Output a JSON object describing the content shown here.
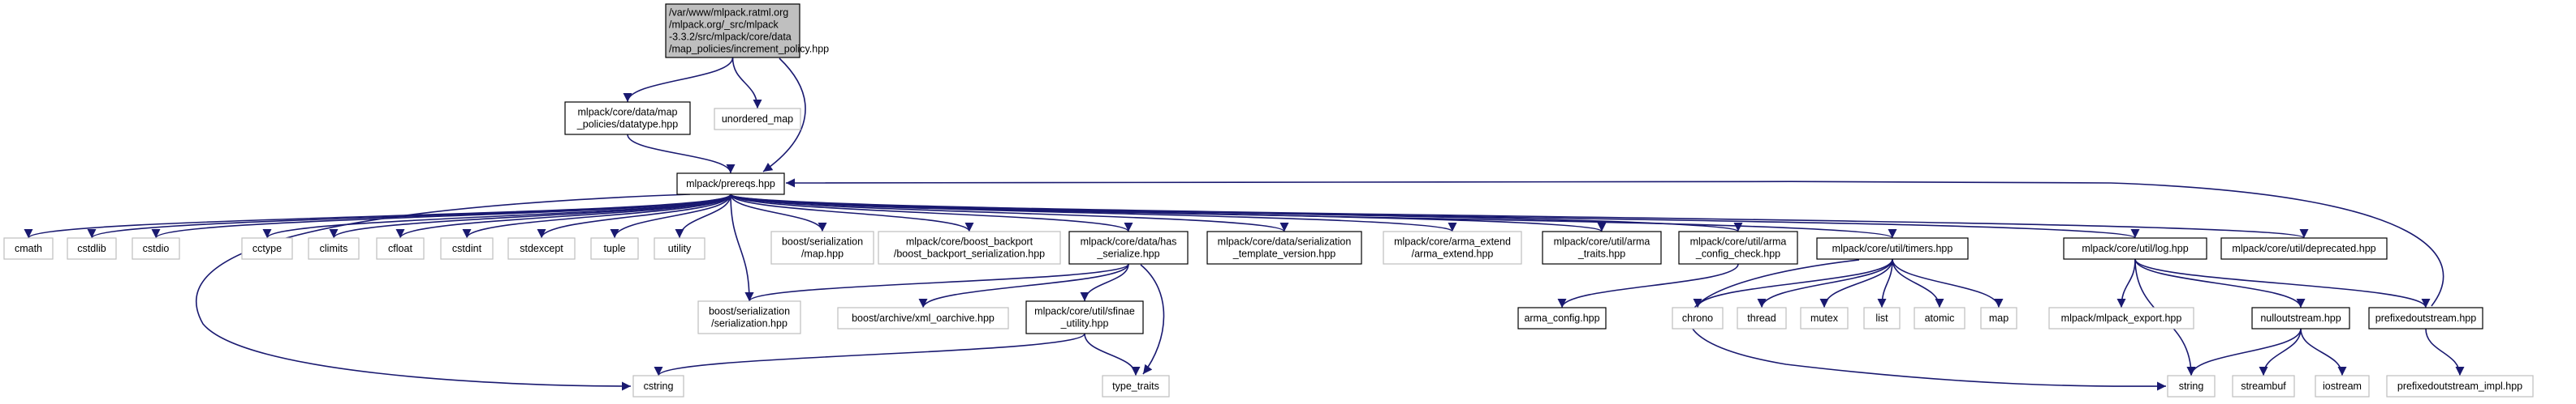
{
  "colors": {
    "edge": "#191970",
    "box_border_defined": "#000000",
    "box_border_external": "#bfbfbf",
    "box_fill_root": "#bfbfbf",
    "box_fill": "#ffffff"
  },
  "nodes": [
    {
      "id": "root",
      "kind": "root",
      "lines": [
        "/var/www/mlpack.ratml.org",
        "/mlpack.org/_src/mlpack",
        "-3.3.2/src/mlpack/core/data",
        "/map_policies/increment_policy.hpp"
      ]
    },
    {
      "id": "datatype",
      "kind": "defined",
      "lines": [
        "mlpack/core/data/map",
        "_policies/datatype.hpp"
      ]
    },
    {
      "id": "unordered_map",
      "kind": "external",
      "lines": [
        "unordered_map"
      ]
    },
    {
      "id": "prereqs",
      "kind": "defined",
      "lines": [
        "mlpack/prereqs.hpp"
      ]
    },
    {
      "id": "cmath",
      "kind": "external",
      "lines": [
        "cmath"
      ]
    },
    {
      "id": "cstdlib",
      "kind": "external",
      "lines": [
        "cstdlib"
      ]
    },
    {
      "id": "cstdio",
      "kind": "external",
      "lines": [
        "cstdio"
      ]
    },
    {
      "id": "cctype",
      "kind": "external",
      "lines": [
        "cctype"
      ]
    },
    {
      "id": "climits",
      "kind": "external",
      "lines": [
        "climits"
      ]
    },
    {
      "id": "cfloat",
      "kind": "external",
      "lines": [
        "cfloat"
      ]
    },
    {
      "id": "cstdint",
      "kind": "external",
      "lines": [
        "cstdint"
      ]
    },
    {
      "id": "stdexcept",
      "kind": "external",
      "lines": [
        "stdexcept"
      ]
    },
    {
      "id": "tuple",
      "kind": "external",
      "lines": [
        "tuple"
      ]
    },
    {
      "id": "utility",
      "kind": "external",
      "lines": [
        "utility"
      ]
    },
    {
      "id": "bs_map",
      "kind": "external",
      "lines": [
        "boost/serialization",
        "/map.hpp"
      ]
    },
    {
      "id": "boost_backport",
      "kind": "external",
      "lines": [
        "mlpack/core/boost_backport",
        "/boost_backport_serialization.hpp"
      ]
    },
    {
      "id": "has_serialize",
      "kind": "defined",
      "lines": [
        "mlpack/core/data/has",
        "_serialize.hpp"
      ]
    },
    {
      "id": "ser_template",
      "kind": "defined",
      "lines": [
        "mlpack/core/data/serialization",
        "_template_version.hpp"
      ]
    },
    {
      "id": "arma_extend",
      "kind": "external",
      "lines": [
        "mlpack/core/arma_extend",
        "/arma_extend.hpp"
      ]
    },
    {
      "id": "arma_traits",
      "kind": "defined",
      "lines": [
        "mlpack/core/util/arma",
        "_traits.hpp"
      ]
    },
    {
      "id": "arma_config_check",
      "kind": "defined",
      "lines": [
        "mlpack/core/util/arma",
        "_config_check.hpp"
      ]
    },
    {
      "id": "timers",
      "kind": "defined",
      "lines": [
        "mlpack/core/util/timers.hpp"
      ]
    },
    {
      "id": "log",
      "kind": "defined",
      "lines": [
        "mlpack/core/util/log.hpp"
      ]
    },
    {
      "id": "deprecated",
      "kind": "defined",
      "lines": [
        "mlpack/core/util/deprecated.hpp"
      ]
    },
    {
      "id": "cstring",
      "kind": "external",
      "lines": [
        "cstring"
      ]
    },
    {
      "id": "bs_serialization",
      "kind": "external",
      "lines": [
        "boost/serialization",
        "/serialization.hpp"
      ]
    },
    {
      "id": "xml_oarchive",
      "kind": "external",
      "lines": [
        "boost/archive/xml_oarchive.hpp"
      ]
    },
    {
      "id": "sfinae",
      "kind": "defined",
      "lines": [
        "mlpack/core/util/sfinae",
        "_utility.hpp"
      ]
    },
    {
      "id": "type_traits",
      "kind": "external",
      "lines": [
        "type_traits"
      ]
    },
    {
      "id": "arma_config",
      "kind": "defined",
      "lines": [
        "arma_config.hpp"
      ]
    },
    {
      "id": "chrono",
      "kind": "external",
      "lines": [
        "chrono"
      ]
    },
    {
      "id": "thread",
      "kind": "external",
      "lines": [
        "thread"
      ]
    },
    {
      "id": "mutex",
      "kind": "external",
      "lines": [
        "mutex"
      ]
    },
    {
      "id": "list",
      "kind": "external",
      "lines": [
        "list"
      ]
    },
    {
      "id": "atomic",
      "kind": "external",
      "lines": [
        "atomic"
      ]
    },
    {
      "id": "map",
      "kind": "external",
      "lines": [
        "map"
      ]
    },
    {
      "id": "mlpack_export",
      "kind": "external",
      "lines": [
        "mlpack/mlpack_export.hpp"
      ]
    },
    {
      "id": "nulloutstream",
      "kind": "defined",
      "lines": [
        "nulloutstream.hpp"
      ]
    },
    {
      "id": "prefixedoutstream",
      "kind": "defined",
      "lines": [
        "prefixedoutstream.hpp"
      ]
    },
    {
      "id": "string",
      "kind": "external",
      "lines": [
        "string"
      ]
    },
    {
      "id": "streambuf",
      "kind": "external",
      "lines": [
        "streambuf"
      ]
    },
    {
      "id": "iostream",
      "kind": "external",
      "lines": [
        "iostream"
      ]
    },
    {
      "id": "prefixedoutstream_impl",
      "kind": "external",
      "lines": [
        "prefixedoutstream_impl.hpp"
      ]
    }
  ],
  "edges": [
    [
      "root",
      "datatype"
    ],
    [
      "root",
      "unordered_map"
    ],
    [
      "root",
      "prereqs"
    ],
    [
      "datatype",
      "prereqs"
    ],
    [
      "prereqs",
      "cmath"
    ],
    [
      "prereqs",
      "cstdlib"
    ],
    [
      "prereqs",
      "cstdio"
    ],
    [
      "prereqs",
      "cctype"
    ],
    [
      "prereqs",
      "climits"
    ],
    [
      "prereqs",
      "cfloat"
    ],
    [
      "prereqs",
      "cstdint"
    ],
    [
      "prereqs",
      "stdexcept"
    ],
    [
      "prereqs",
      "tuple"
    ],
    [
      "prereqs",
      "utility"
    ],
    [
      "prereqs",
      "bs_map"
    ],
    [
      "prereqs",
      "boost_backport"
    ],
    [
      "prereqs",
      "has_serialize"
    ],
    [
      "prereqs",
      "ser_template"
    ],
    [
      "prereqs",
      "arma_extend"
    ],
    [
      "prereqs",
      "arma_traits"
    ],
    [
      "prereqs",
      "arma_config_check"
    ],
    [
      "prereqs",
      "timers"
    ],
    [
      "prereqs",
      "log"
    ],
    [
      "prereqs",
      "deprecated"
    ],
    [
      "prereqs",
      "cstring"
    ],
    [
      "prereqs",
      "bs_serialization"
    ],
    [
      "has_serialize",
      "bs_serialization"
    ],
    [
      "has_serialize",
      "xml_oarchive"
    ],
    [
      "has_serialize",
      "sfinae"
    ],
    [
      "has_serialize",
      "type_traits"
    ],
    [
      "sfinae",
      "cstring"
    ],
    [
      "sfinae",
      "type_traits"
    ],
    [
      "arma_config_check",
      "arma_config"
    ],
    [
      "timers",
      "chrono"
    ],
    [
      "timers",
      "thread"
    ],
    [
      "timers",
      "mutex"
    ],
    [
      "timers",
      "list"
    ],
    [
      "timers",
      "atomic"
    ],
    [
      "timers",
      "map"
    ],
    [
      "timers",
      "string"
    ],
    [
      "log",
      "mlpack_export"
    ],
    [
      "log",
      "nulloutstream"
    ],
    [
      "log",
      "prefixedoutstream"
    ],
    [
      "log",
      "string"
    ],
    [
      "nulloutstream",
      "string"
    ],
    [
      "nulloutstream",
      "streambuf"
    ],
    [
      "nulloutstream",
      "iostream"
    ],
    [
      "prefixedoutstream",
      "prefixedoutstream_impl"
    ],
    [
      "prefixedoutstream",
      "prereqs"
    ]
  ]
}
